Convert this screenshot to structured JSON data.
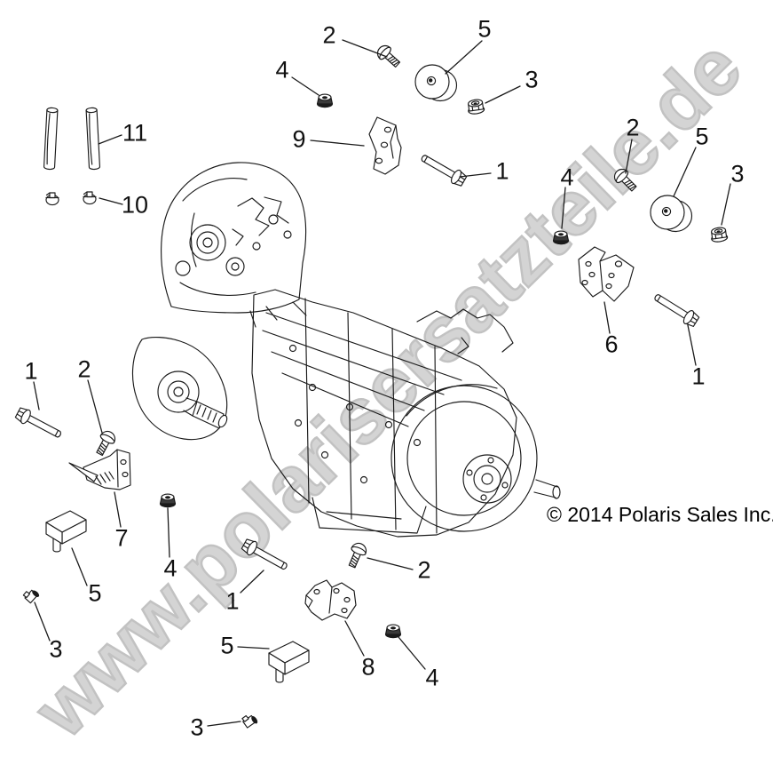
{
  "watermark": {
    "text": "www.polarisersatzteile.de"
  },
  "copyright": {
    "text": "© 2014 Polaris Sales Inc."
  },
  "diagram": {
    "callouts": [
      {
        "label": "2"
      },
      {
        "label": "5"
      },
      {
        "label": "4"
      },
      {
        "label": "3"
      },
      {
        "label": "9"
      },
      {
        "label": "1"
      },
      {
        "label": "11"
      },
      {
        "label": "10"
      },
      {
        "label": "2"
      },
      {
        "label": "5"
      },
      {
        "label": "4"
      },
      {
        "label": "3"
      },
      {
        "label": "6"
      },
      {
        "label": "1"
      },
      {
        "label": "1"
      },
      {
        "label": "2"
      },
      {
        "label": "7"
      },
      {
        "label": "4"
      },
      {
        "label": "5"
      },
      {
        "label": "3"
      },
      {
        "label": "1"
      },
      {
        "label": "2"
      },
      {
        "label": "8"
      },
      {
        "label": "4"
      },
      {
        "label": "5"
      },
      {
        "label": "3"
      }
    ]
  }
}
